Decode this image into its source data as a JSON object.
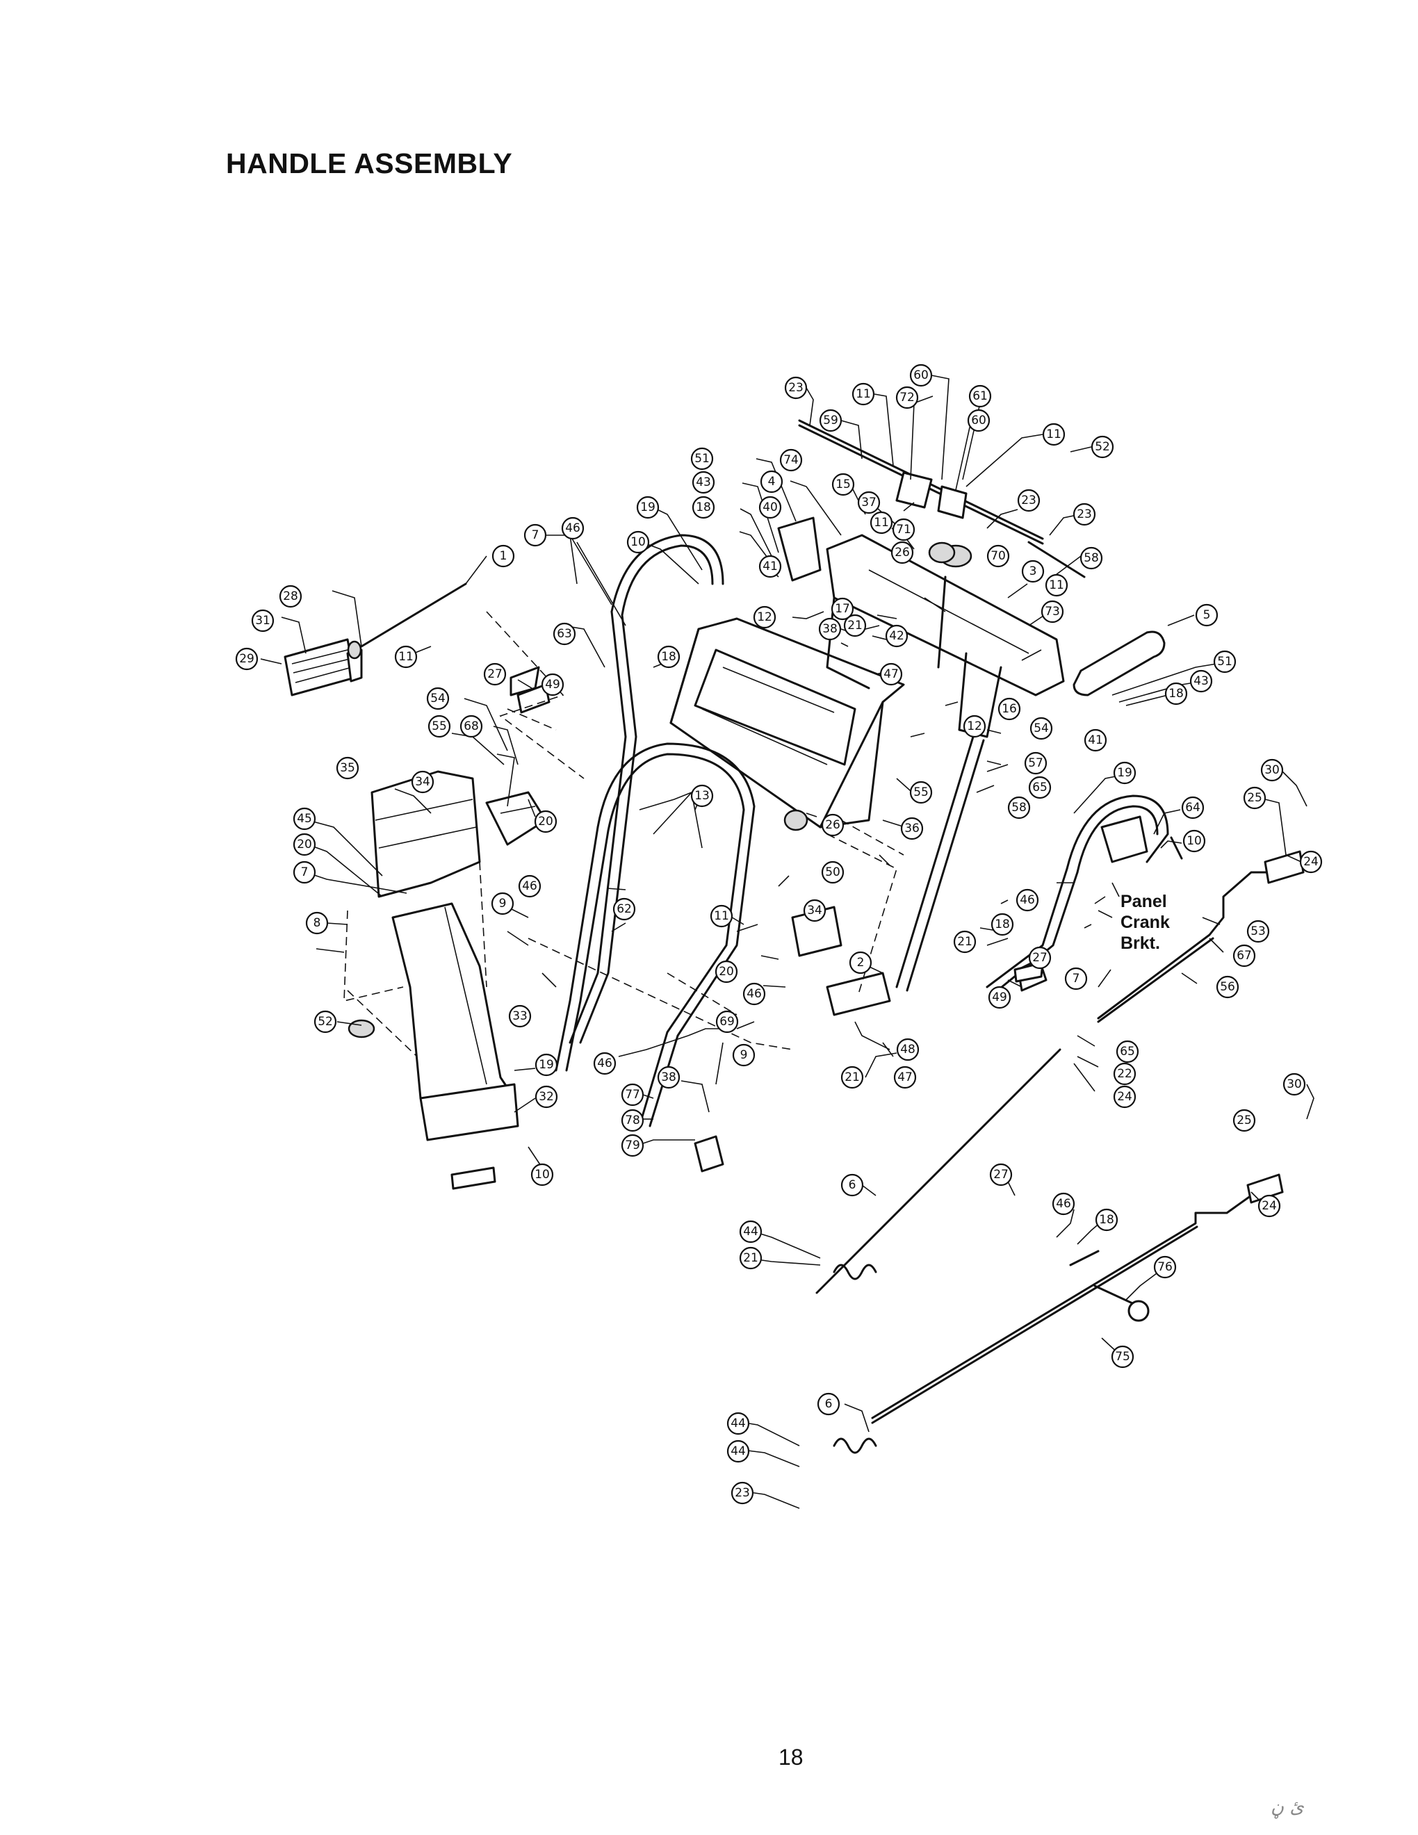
{
  "title": "HANDLE ASSEMBLY",
  "page_number": "18",
  "handwritten_mark": "ئ ڼ",
  "panel_crank_label": [
    "Panel",
    "Crank",
    "Brkt."
  ],
  "callouts": [
    "23",
    "11",
    "60",
    "72",
    "61",
    "60",
    "59",
    "11",
    "52",
    "74",
    "4",
    "15",
    "51",
    "43",
    "18",
    "19",
    "40",
    "37",
    "11",
    "23",
    "71",
    "23",
    "26",
    "10",
    "41",
    "7",
    "46",
    "70",
    "3",
    "58",
    "11",
    "1",
    "28",
    "63",
    "17",
    "12",
    "38",
    "21",
    "42",
    "73",
    "5",
    "31",
    "29",
    "11",
    "18",
    "47",
    "51",
    "43",
    "18",
    "27",
    "49",
    "54",
    "55",
    "68",
    "16",
    "54",
    "41",
    "12",
    "57",
    "65",
    "35",
    "34",
    "20",
    "13",
    "55",
    "19",
    "64",
    "30",
    "25",
    "45",
    "20",
    "26",
    "36",
    "58",
    "10",
    "24",
    "7",
    "62",
    "50",
    "11",
    "9",
    "46",
    "18",
    "46",
    "7",
    "53",
    "34",
    "20",
    "46",
    "8",
    "21",
    "27",
    "67",
    "33",
    "69",
    "2",
    "56",
    "52",
    "49",
    "65",
    "19",
    "32",
    "46",
    "9",
    "48",
    "22",
    "38",
    "21",
    "47",
    "24",
    "77",
    "78",
    "79",
    "30",
    "10",
    "25",
    "6",
    "27",
    "46",
    "24",
    "18",
    "44",
    "21",
    "76",
    "75",
    "6",
    "44",
    "44",
    "23"
  ]
}
